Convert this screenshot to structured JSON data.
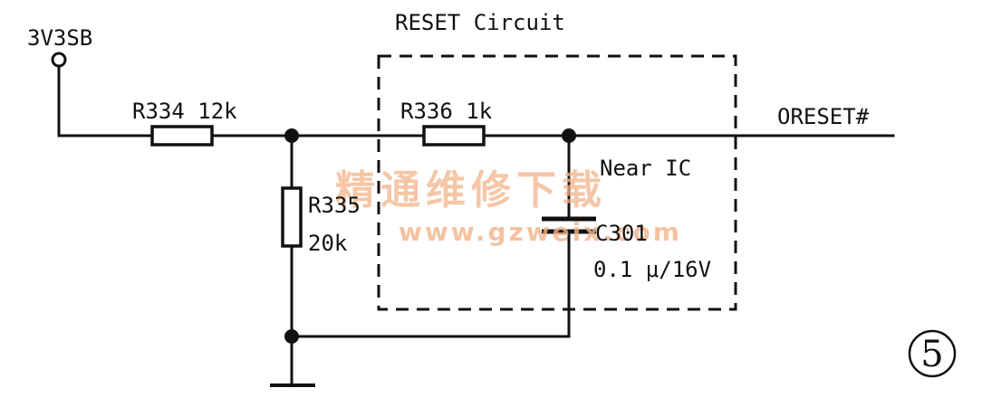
{
  "title": "RESET Circuit",
  "power_label": "3V3SB",
  "output_label": "ORESET#",
  "r334_label": "R334 12k",
  "r336_label": "R336 1k",
  "r335_ref": "R335",
  "r335_value": "20k",
  "near_ic_label": "Near IC",
  "c301_ref": "C301",
  "c301_value": "0.1 μ/16V",
  "figure_number": "5",
  "watermark_cn": "精通维修下载",
  "watermark_url": "www.gzweix.com"
}
